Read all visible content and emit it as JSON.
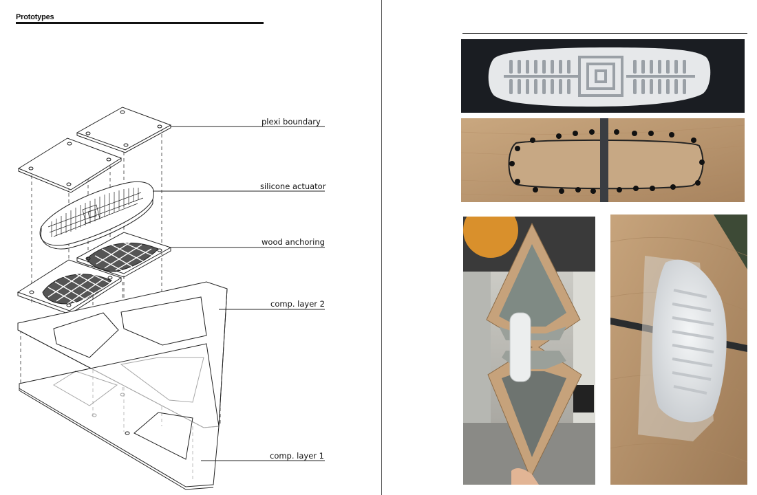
{
  "page": {
    "heading": "Prototypes"
  },
  "diagram": {
    "labels": {
      "plexi": "plexi boundary",
      "silicone": "silicone actuator",
      "wood": "wood anchoring",
      "comp2": "comp. layer 2",
      "comp1": "comp. layer 1"
    }
  },
  "photos": {
    "actuator_top": "silicone-actuator-photo",
    "plywood": "wood-anchoring-photo",
    "frame": "frame-prototype-photo",
    "closeup": "actuator-closeup-photo"
  },
  "colors": {
    "plywood": "#c6a27b",
    "silicone": "#e6e8ea",
    "dark_bg": "#1a1d22"
  }
}
